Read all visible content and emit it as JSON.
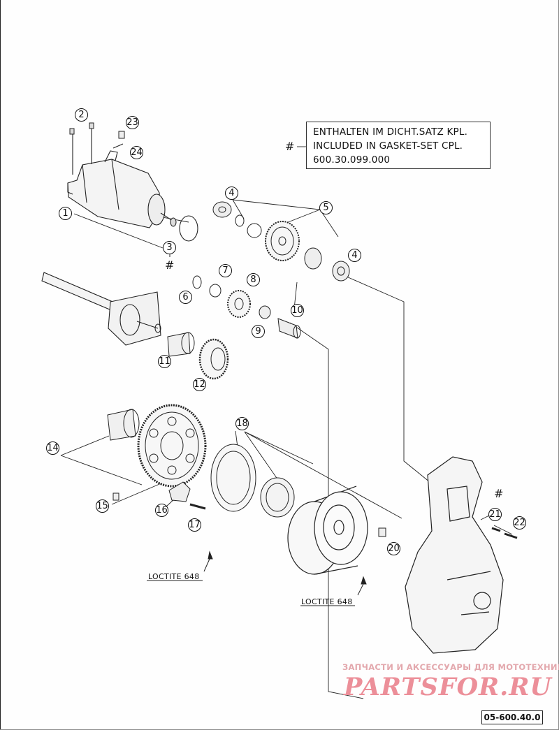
{
  "legend": {
    "marker": "#",
    "line1": "ENTHALTEN IM DICHT.SATZ KPL.",
    "line2": "INCLUDED IN GASKET-SET CPL.",
    "line3": "600.30.099.000"
  },
  "callouts": {
    "c1": "1",
    "c2": "2",
    "c3": "3",
    "c4a": "4",
    "c4b": "4",
    "c5": "5",
    "c6": "6",
    "c7": "7",
    "c8": "8",
    "c9": "9",
    "c10": "10",
    "c11": "11",
    "c12": "12",
    "c14": "14",
    "c15": "15",
    "c16": "16",
    "c17": "17",
    "c18": "18",
    "c20": "20",
    "c21": "21",
    "c22": "22",
    "c23": "23",
    "c24": "24"
  },
  "notes": {
    "loctite_left": "LOCTITE 648",
    "loctite_right": "LOCTITE 648",
    "hash_part3": "#",
    "hash_part21": "#"
  },
  "watermark": {
    "tagline": "ЗАПЧАСТИ И АКСЕССУАРЫ ДЛЯ МОТОТЕХНИКИ",
    "logo": "PARTSFOR.RU"
  },
  "part_code": "05-600.40.0"
}
